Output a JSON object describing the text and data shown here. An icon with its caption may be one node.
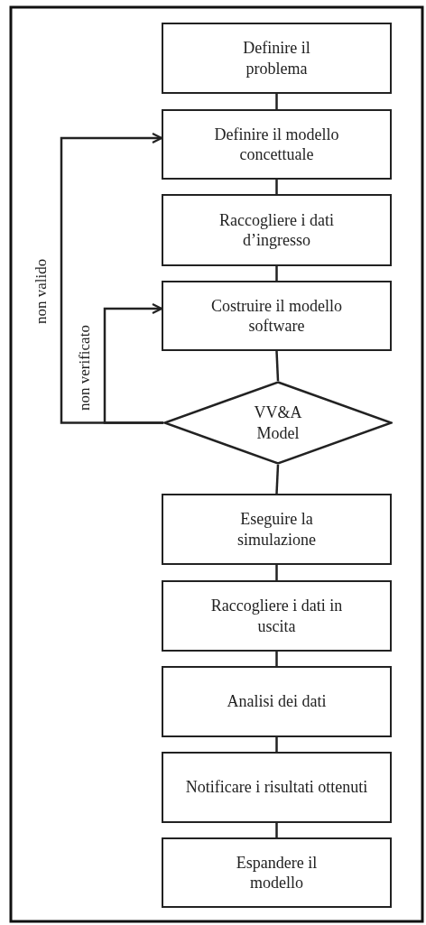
{
  "diagram": {
    "nodes": [
      {
        "text": [
          "Definire il problema"
        ]
      },
      {
        "text": [
          "Definire il modello concettuale"
        ]
      },
      {
        "text": [
          "Raccogliere i dati d’ingresso"
        ]
      },
      {
        "text": [
          "Costruire il modello software"
        ]
      },
      {
        "text": [
          "VV&A Model"
        ]
      },
      {
        "text": [
          "Eseguire la simulazione"
        ]
      },
      {
        "text": [
          "Raccogliere i dati in uscita"
        ]
      },
      {
        "text": [
          "Analisi dei dati"
        ]
      },
      {
        "text": [
          "Notificare i risultati ottenuti"
        ]
      },
      {
        "text": [
          "Espandere il modello"
        ]
      }
    ],
    "edges": [
      {
        "from": 0,
        "to": 1,
        "arrow": "none"
      },
      {
        "from": 1,
        "to": 2,
        "arrow": "none"
      },
      {
        "from": 2,
        "to": 3,
        "arrow": "none"
      },
      {
        "from": 3,
        "to": 4,
        "arrow": "none"
      },
      {
        "from": 4,
        "to": 5,
        "arrow": "none"
      },
      {
        "from": 5,
        "to": 6,
        "arrow": "none"
      },
      {
        "from": 6,
        "to": 7,
        "arrow": "none"
      },
      {
        "from": 7,
        "to": 8,
        "arrow": "none"
      },
      {
        "from": 8,
        "to": 9,
        "arrow": "none"
      },
      {
        "from": 4,
        "to": 1,
        "arrow": "to",
        "label": "non valido"
      },
      {
        "from": 4,
        "to": 3,
        "arrow": "to",
        "label": "non verificato"
      }
    ]
  }
}
